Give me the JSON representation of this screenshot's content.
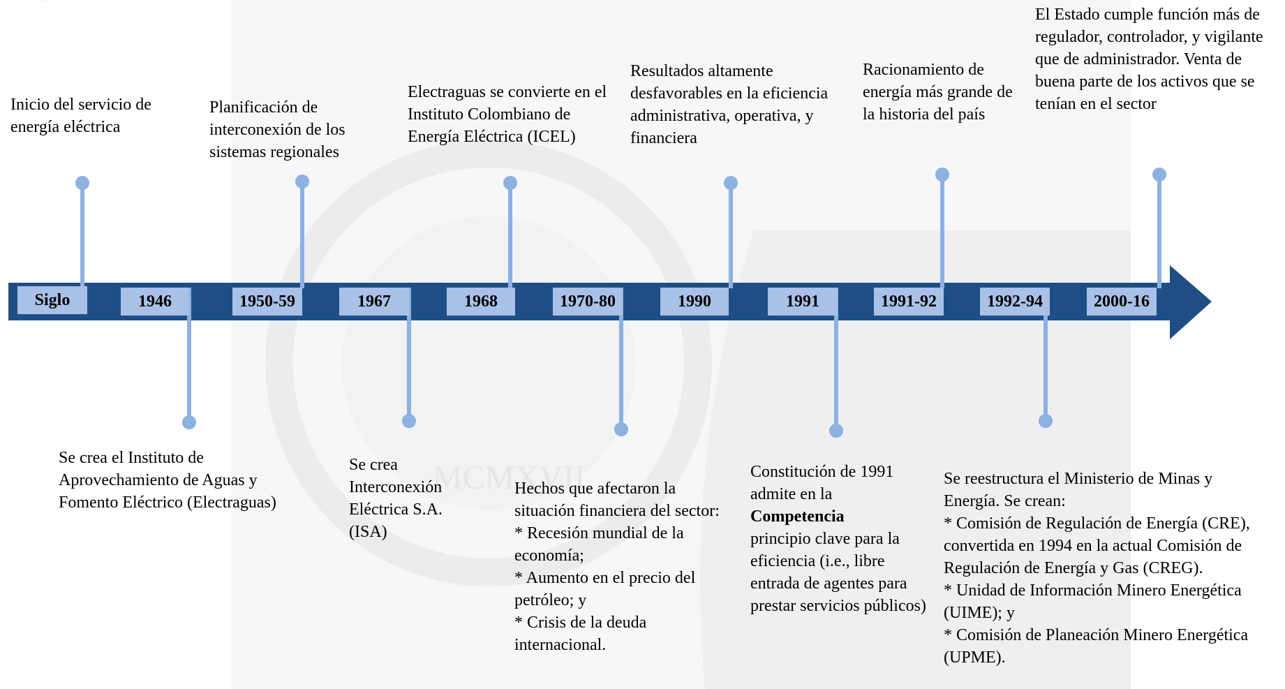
{
  "colors": {
    "arrow": "#1f4e86",
    "year_box": "#a9c1e6",
    "connector": "#8db1e0"
  },
  "years": [
    "Siglo",
    "1946",
    "1950-59",
    "1967",
    "1968",
    "1970-80",
    "1990",
    "1991",
    "1991-92",
    "1992-94",
    "2000-16"
  ],
  "events_above": {
    "siglo": "Inicio del servicio de energía eléctrica",
    "y1950": "Planificación de interconexión de los sistemas regionales",
    "y1968": "Electraguas se convierte en el Instituto Colombiano de Energía Eléctrica (ICEL)",
    "y1990": "Resultados altamente desfavorables en la eficiencia administrativa, operativa, y financiera",
    "y1991_92": "Racionamiento de energía más grande de la historia del país",
    "y2000": "El Estado cumple función más de regulador, controlador, y vigilante que de administrador. Venta de buena parte de los activos que se tenían en el sector"
  },
  "events_below": {
    "y1946": "Se crea el Instituto de Aprovechamiento de Aguas y Fomento Eléctrico (Electraguas)",
    "y1967": "Se crea Interconexión Eléctrica S.A. (ISA)",
    "y1970": {
      "intro": "Hechos que afectaron la situación financiera del sector:",
      "item1": "* Recesión mundial de la economía;",
      "item2": "* Aumento en el precio del petróleo; y",
      "item3": "* Crisis de la deuda internacional."
    },
    "y1991": {
      "pre": "Constitución de 1991 admite en la",
      "bold": "Competencia",
      "post": "principio clave para la eficiencia (i.e., libre entrada de agentes para prestar servicios públicos)"
    },
    "y1992": {
      "intro": "Se reestructura el Ministerio de Minas y Energía.  Se crean:",
      "item1": "* Comisión de Regulación de Energía (CRE), convertida en 1994 en la actual Comisión de Regulación de Energía y Gas (CREG).",
      "item2": "* Unidad de Información Minero Energética (UIME); y",
      "item3": "* Comisión de Planeación Minero Energética (UPME)."
    }
  },
  "watermark": {
    "motto": "LUX IN TENEBRIS LUCET",
    "numeral": "MCMXVII"
  }
}
